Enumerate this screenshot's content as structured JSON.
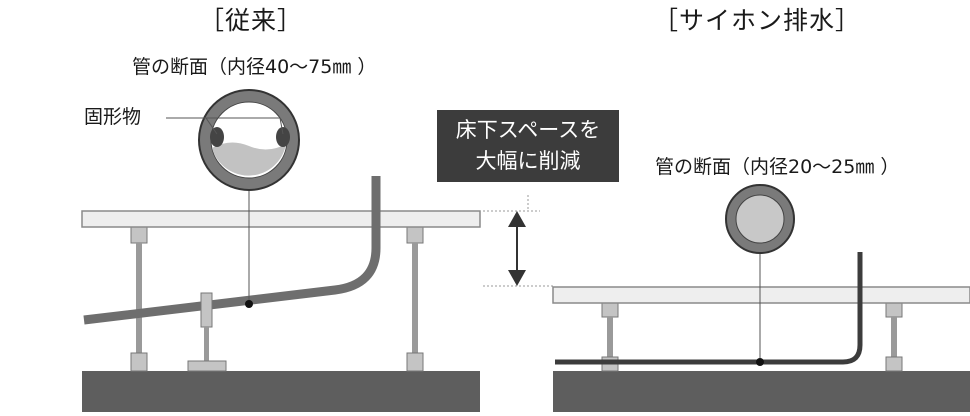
{
  "left_panel": {
    "heading": "［従来］",
    "section_label": "管の断面（内径40～75㎜ ）",
    "solid_label": "固形物"
  },
  "right_panel": {
    "heading": "［サイホン排水］",
    "section_label": "管の断面（内径20～25㎜ ）"
  },
  "callout": {
    "line1": "床下スペースを",
    "line2": "大幅に削減"
  },
  "colors": {
    "ground": "#5e5e5e",
    "pipe": "#6e6e6e",
    "pipe_dark": "#3c3c3c",
    "floor_fill": "#eeeeee",
    "post": "#9a9a9a",
    "post_cap": "#c4c4c4",
    "callout_bg": "#3c3c3c"
  }
}
